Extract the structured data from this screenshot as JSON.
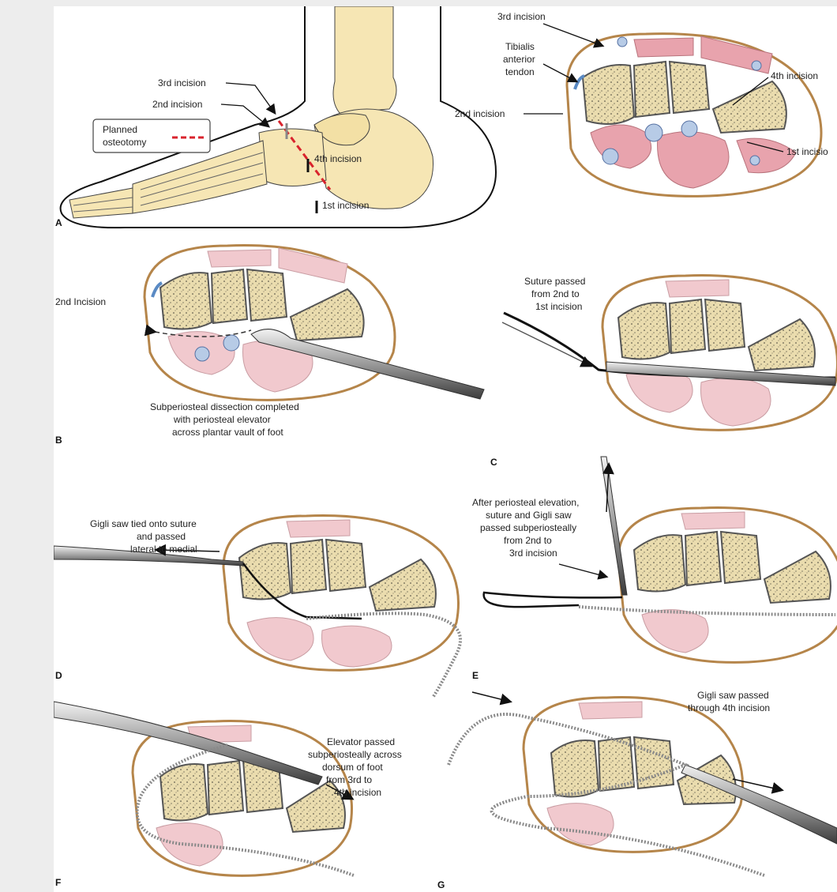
{
  "panels": {
    "a": {
      "letter": "A",
      "third_incision": "3rd incision",
      "second_incision": "2nd incision",
      "planned_osteotomy_line1": "Planned",
      "planned_osteotomy_line2": "osteotomy",
      "fourth_incision": "4th incision",
      "first_incision": "1st incision"
    },
    "a_cross": {
      "third_incision": "3rd incision",
      "tibialis_line1": "Tibialis",
      "tibialis_line2": "anterior",
      "tibialis_line3": "tendon",
      "second_incision": "2nd incision",
      "fourth_incision": "4th incision",
      "first_incision": "1st incisio"
    },
    "b": {
      "letter": "B",
      "second_incision": "2nd Incision",
      "caption_line1": "Subperiosteal dissection completed",
      "caption_line2": "with periosteal elevator",
      "caption_line3": "across plantar vault of foot"
    },
    "c": {
      "letter": "C",
      "caption_line1": "Suture passed",
      "caption_line2": "from 2nd to",
      "caption_line3": "1st incision"
    },
    "d": {
      "letter": "D",
      "caption_line1": "Gigli saw tied onto suture",
      "caption_line2": "and passed",
      "caption_line3": "lateral to medial"
    },
    "e": {
      "letter": "E",
      "caption_line1": "After periosteal elevation,",
      "caption_line2": "suture and Gigli saw",
      "caption_line3": "passed subperiosteally",
      "caption_line4": "from 2nd to",
      "caption_line5": "3rd incision"
    },
    "f": {
      "letter": "F",
      "caption_line1": "Elevator passed",
      "caption_line2": "subperiosteally across",
      "caption_line3": "dorsum of foot",
      "caption_line4": "from 3rd to",
      "caption_line5": "4th incision"
    },
    "g": {
      "letter": "G",
      "caption_line1": "Gigli saw passed",
      "caption_line2": "through 4th incision"
    }
  },
  "colors": {
    "bone": "#eadcae",
    "bone_dots": "#3d3a33",
    "muscle": "#e8a3ad",
    "muscle_light": "#f1c9ce",
    "skin": "#b5854a",
    "vessel": "#b7cbe6",
    "osteotomy": "#d9232d",
    "instrument": "#8b8b8b"
  }
}
